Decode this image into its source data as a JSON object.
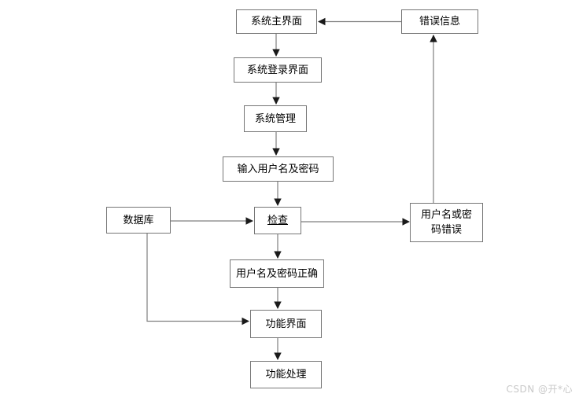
{
  "diagram": {
    "type": "flowchart",
    "nodes": {
      "main_ui": {
        "label": "系统主界面"
      },
      "error_info": {
        "label": "错误信息"
      },
      "login_ui": {
        "label": "系统登录界面"
      },
      "sys_mgmt": {
        "label": "系统管理"
      },
      "input_cred": {
        "label": "输入用户名及密码"
      },
      "database": {
        "label": "数据库"
      },
      "check": {
        "label": "检查"
      },
      "cred_error": {
        "label": "用户名或密\n码错误"
      },
      "cred_correct": {
        "label": "用户名及密码正确"
      },
      "func_ui": {
        "label": "功能界面"
      },
      "func_proc": {
        "label": "功能处理"
      }
    },
    "edges": [
      {
        "from": "main_ui",
        "to": "login_ui"
      },
      {
        "from": "login_ui",
        "to": "sys_mgmt"
      },
      {
        "from": "sys_mgmt",
        "to": "input_cred"
      },
      {
        "from": "input_cred",
        "to": "check"
      },
      {
        "from": "database",
        "to": "check"
      },
      {
        "from": "check",
        "to": "cred_error"
      },
      {
        "from": "check",
        "to": "cred_correct"
      },
      {
        "from": "cred_correct",
        "to": "func_ui"
      },
      {
        "from": "database",
        "to": "func_ui"
      },
      {
        "from": "func_ui",
        "to": "func_proc"
      },
      {
        "from": "cred_error",
        "to": "error_info"
      },
      {
        "from": "error_info",
        "to": "main_ui"
      }
    ],
    "colors": {
      "background": "#ffffff",
      "box_border": "#767676",
      "line": "#7f7f7f",
      "arrowhead": "#1a1a1a",
      "text": "#000000",
      "watermark": "#c9c9c9"
    }
  },
  "watermark": {
    "text": "CSDN @开*心"
  }
}
